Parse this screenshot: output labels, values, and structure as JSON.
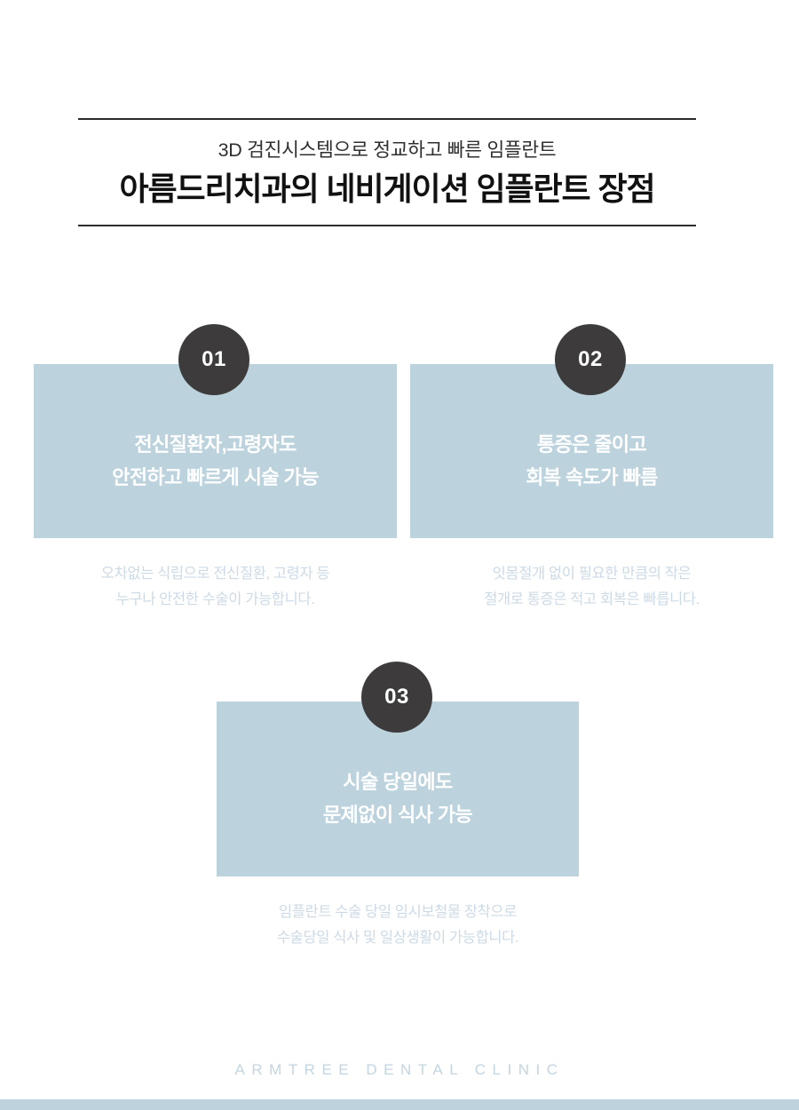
{
  "header": {
    "subtitle": "3D 검진시스템으로 정교하고 빠른 임플란트",
    "title": "아름드리치과의 네비게이션 임플란트 장점"
  },
  "cards": [
    {
      "number": "01",
      "heading_line1": "전신질환자,고령자도",
      "heading_line2": "안전하고 빠르게 시술 가능",
      "caption_line1": "오차없는 식립으로 전신질환, 고령자 등",
      "caption_line2": "누구나 안전한 수술이 가능합니다."
    },
    {
      "number": "02",
      "heading_line1": "통증은 줄이고",
      "heading_line2": "회복 속도가 빠름",
      "caption_line1": "잇몸절개 없이 필요한 만큼의 작은",
      "caption_line2": "절개로 통증은 적고 회복은 빠릅니다."
    },
    {
      "number": "03",
      "heading_line1": "시술 당일에도",
      "heading_line2": "문제없이 식사 가능",
      "caption_line1": "임플란트 수술 당일 임시보철물 장착으로",
      "caption_line2": "수술당일 식사 및 일상생활이 가능합니다."
    }
  ],
  "footer": {
    "brand": "ARMTREE DENTAL CLINIC"
  },
  "colors": {
    "card_bg": "#bcd3de",
    "badge_bg": "#3d3b3b",
    "caption_text": "#ccdae6",
    "footer_bar": "#bed2dd",
    "title_text": "#111111",
    "rule": "#2b2b2b"
  }
}
